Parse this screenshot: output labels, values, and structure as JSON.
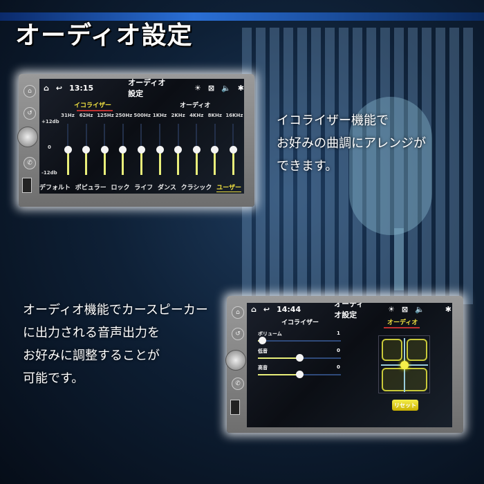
{
  "page_title": "オーディオ設定",
  "copy_right": [
    "イコライザー機能で",
    "お好みの曲調にアレンジが",
    "できます。"
  ],
  "copy_left": [
    "オーディオ機能でカースピーカー",
    "に出力される音声出力を",
    "お好みに調整することが",
    "可能です。"
  ],
  "screen1": {
    "time": "13:15",
    "title": "オーディオ設定",
    "tabs": [
      {
        "label": "イコライザー",
        "active": true
      },
      {
        "label": "オーディオ",
        "active": false
      }
    ],
    "freqs": [
      "31Hz",
      "62Hz",
      "125Hz",
      "250Hz",
      "500Hz",
      "1KHz",
      "2KHz",
      "4KHz",
      "8KHz",
      "16KHz"
    ],
    "gains_db": [
      0,
      0,
      0,
      0,
      0,
      0,
      0,
      0,
      0,
      0
    ],
    "scale": [
      "+12db",
      "0",
      "-12db"
    ],
    "presets": [
      {
        "label": "デフォルト"
      },
      {
        "label": "ポピュラー"
      },
      {
        "label": "ロック"
      },
      {
        "label": "ライフ"
      },
      {
        "label": "ダンス"
      },
      {
        "label": "クラシック"
      },
      {
        "label": "ユーザー",
        "active": true
      }
    ]
  },
  "screen2": {
    "time": "14:44",
    "title": "オーディオ設定",
    "tabs": [
      {
        "label": "イコライザー",
        "active": false
      },
      {
        "label": "オーディオ",
        "active": true
      }
    ],
    "controls": [
      {
        "label": "ボリューム",
        "value": "1",
        "fraction": 0.05
      },
      {
        "label": "低音",
        "value": "0",
        "fraction": 0.5
      },
      {
        "label": "高音",
        "value": "0",
        "fraction": 0.5
      }
    ],
    "reset_label": "リセット"
  },
  "colors": {
    "accent": "#e9ef7a",
    "tab_underline": "#c03030",
    "active_tab": "#f0e040"
  }
}
